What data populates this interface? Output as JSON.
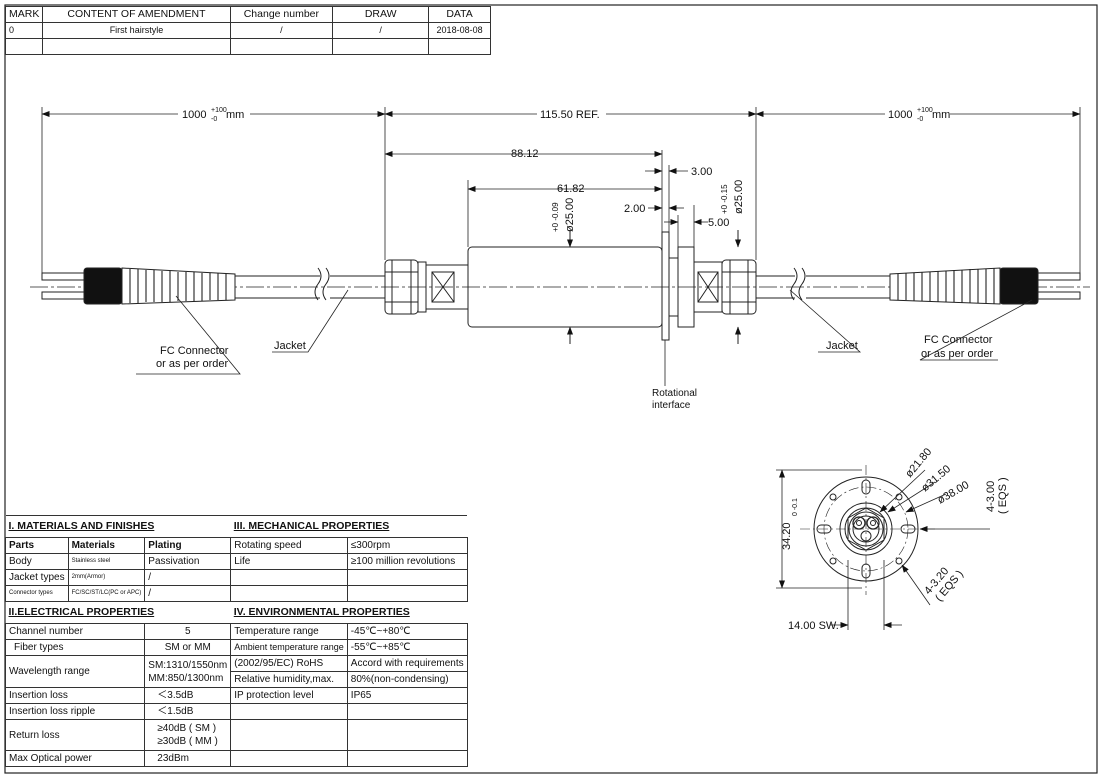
{
  "amendment_table": {
    "headers": [
      "MARK",
      "CONTENT OF AMENDMENT",
      "Change number",
      "DRAW",
      "DATA"
    ],
    "rows": [
      [
        "0",
        "First hairstyle",
        "/",
        "/",
        "2018-08-08"
      ]
    ]
  },
  "drawing": {
    "dim_cable_left": "1000",
    "dim_cable_tol": "+100",
    "dim_cable_tol_low": "-0",
    "dim_unit": "mm",
    "dim_overall": "115.50  REF.",
    "dim_88": "88.12",
    "dim_61": "61.82",
    "dim_300": "3.00",
    "dim_200": "2.00",
    "dim_500": "5.00",
    "dim_dia25_body": "ø25.00",
    "dim_dia25_body_tol": "+0  -0.09",
    "dim_dia25_rotor": "ø25.00",
    "dim_dia25_rotor_tol": "+0  -0.15",
    "label_fc_left_1": "FC Connector",
    "label_fc_left_2": "or as per order",
    "label_jacket_left": "Jacket",
    "label_jacket_right": "Jacket",
    "label_fc_right_1": "FC Connector",
    "label_fc_right_2": "or as per order",
    "label_rot_1": "Rotational",
    "label_rot_2": "interface"
  },
  "end_view": {
    "dia_2180": "ø21.80",
    "dia_3150": "ø31.50",
    "dia_3800": "ø38.00",
    "holes_300": "4-3.00",
    "holes_300_eqs": "( EQS )",
    "holes_320": "4-3.20",
    "holes_320_eqs": "( EQS )",
    "height": "34.20",
    "height_tol": "0  -0.1",
    "across_flats": "14.00  SW."
  },
  "materials": {
    "title": "I. MATERIALS AND FINISHES",
    "headers": [
      "Parts",
      "Materials",
      "Plating"
    ],
    "rows": [
      [
        "Body",
        "Stainless steel",
        "Passivation"
      ],
      [
        "Jacket types",
        "2mm(Armor)",
        "/"
      ],
      [
        "Connector types",
        "FC/SC/ST/LC(PC or APC)",
        "/"
      ]
    ]
  },
  "electrical": {
    "title": "II.ELECTRICAL PROPERTIES",
    "rows": [
      [
        "Channel number",
        "5"
      ],
      [
        "Fiber types",
        "SM or MM"
      ],
      [
        "Wavelength range",
        "SM:1310/1550nm\nMM:850/1300nm"
      ],
      [
        "Insertion loss",
        "＜3.5dB"
      ],
      [
        "Insertion loss ripple",
        "＜1.5dB"
      ],
      [
        "Return loss",
        "≥40dB ( SM )\n≥30dB ( MM )"
      ],
      [
        "Max Optical power",
        "23dBm"
      ]
    ]
  },
  "mechanical": {
    "title": "III. MECHANICAL PROPERTIES",
    "rows": [
      [
        "Rotating speed",
        "≤300rpm"
      ],
      [
        "Life",
        "≥100 million revolutions"
      ],
      [
        "",
        ""
      ],
      [
        "",
        ""
      ]
    ]
  },
  "environmental": {
    "title": "IV. ENVIRONMENTAL PROPERTIES",
    "rows": [
      [
        "Temperature range",
        "-45℃~+80℃"
      ],
      [
        "Ambient temperature range",
        "-55℃~+85℃"
      ],
      [
        "(2002/95/EC) RoHS",
        "Accord with requirements"
      ],
      [
        "Relative humidity,max.",
        "80%(non-condensing)"
      ],
      [
        "IP protection level",
        "IP65"
      ]
    ]
  }
}
